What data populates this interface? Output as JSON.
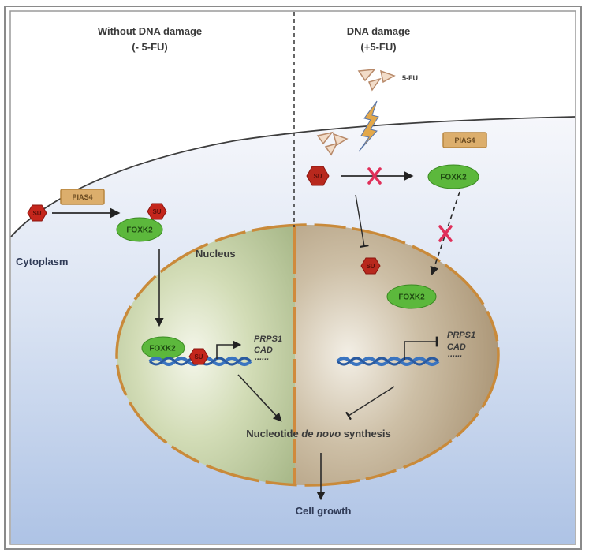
{
  "panels": {
    "left": {
      "title_line1": "Without DNA damage",
      "title_line2": "(- 5-FU)"
    },
    "right": {
      "title_line1": "DNA damage",
      "title_line2": "(+5-FU)"
    }
  },
  "labels": {
    "drug": "5-FU",
    "cytoplasm": "Cytoplasm",
    "nucleus": "Nucleus",
    "synthesis_prefix": "Nucleotide ",
    "synthesis_italic": "de novo",
    "synthesis_suffix": " synthesis",
    "outcome": "Cell growth"
  },
  "proteins": {
    "sumo": "SU",
    "ligase": "PIAS4",
    "transcription_factor": "FOXK2"
  },
  "genes": [
    "PRPS1",
    "CAD",
    "......"
  ],
  "colors": {
    "sumo_red": "#c4261c",
    "foxk2_green": "#5cb83c",
    "pias4_tan": "#d9a761",
    "nuclear_envelope": "#c98a3a",
    "inhibition_x": "#e0305a",
    "dna_blue": "#3a74c0",
    "cytoplasm_top": "#f3f5fa",
    "cytoplasm_bottom": "#aec4e6",
    "nucleus_left": "#c7d3a8",
    "nucleus_right": "#bfae94"
  }
}
